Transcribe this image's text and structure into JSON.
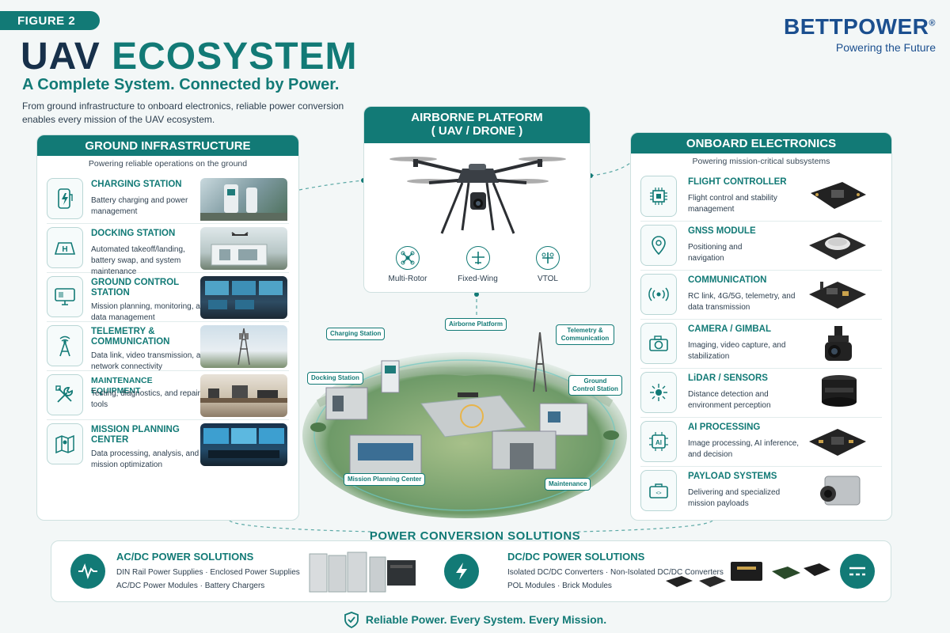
{
  "header": {
    "badge": "FIGURE 2",
    "title_part1": "UAV",
    "title_part2": "ECOSYSTEM",
    "subtitle": "A Complete System. Connected by Power.",
    "intro": "From ground infrastructure to onboard electronics, reliable power conversion enables every mission of the UAV ecosystem."
  },
  "brand": {
    "name": "BETTPOWER",
    "reg": "®",
    "tagline": "Powering the Future"
  },
  "ground": {
    "title": "GROUND INFRASTRUCTURE",
    "subtitle": "Powering reliable operations on the ground",
    "items": [
      {
        "title": "CHARGING STATION",
        "desc": "Battery charging and power management",
        "icon": "charging-icon"
      },
      {
        "title": "DOCKING STATION",
        "desc": "Automated takeoff/landing, battery swap, and system maintenance",
        "icon": "helipad-icon"
      },
      {
        "title": "GROUND CONTROL STATION",
        "desc": "Mission planning, monitoring, and data management",
        "icon": "monitor-icon"
      },
      {
        "title": "TELEMETRY & COMMUNICATION",
        "desc": "Data link, video transmission, and network connectivity",
        "icon": "antenna-tower-icon"
      },
      {
        "title": "MAINTENANCE EQUIPMENT",
        "desc": "Testing, diagnostics, and repair tools",
        "icon": "tools-icon"
      },
      {
        "title": "MISSION PLANNING CENTER",
        "desc": "Data processing, analysis, and mission optimization",
        "icon": "map-icon"
      }
    ]
  },
  "airborne": {
    "title_line1": "AIRBORNE PLATFORM",
    "title_line2": "( UAV / DRONE )",
    "types": [
      "Multi-Rotor",
      "Fixed-Wing",
      "VTOL"
    ]
  },
  "scene": {
    "labels": [
      "Charging Station",
      "Airborne Platform",
      "Telemetry & Communication",
      "Docking Station",
      "Ground Control Station",
      "Mission Planning Center",
      "Maintenance"
    ]
  },
  "onboard": {
    "title": "ONBOARD ELECTRONICS",
    "subtitle": "Powering mission-critical subsystems",
    "items": [
      {
        "title": "FLIGHT CONTROLLER",
        "desc": "Flight control and stability management",
        "icon": "chip-icon"
      },
      {
        "title": "GNSS MODULE",
        "desc": "Positioning and navigation",
        "icon": "location-pin-icon"
      },
      {
        "title": "COMMUNICATION",
        "desc": "RC link, 4G/5G, telemetry, and data transmission",
        "icon": "signal-icon"
      },
      {
        "title": "CAMERA / GIMBAL",
        "desc": "Imaging, video capture, and stabilization",
        "icon": "camera-icon"
      },
      {
        "title": "LiDAR / SENSORS",
        "desc": "Distance detection and environment perception",
        "icon": "sensor-icon"
      },
      {
        "title": "AI PROCESSING",
        "desc": "Image processing, AI inference, and decision",
        "icon": "ai-chip-icon"
      },
      {
        "title": "PAYLOAD SYSTEMS",
        "desc": "Delivering and specialized mission payloads",
        "icon": "payload-icon"
      }
    ]
  },
  "power": {
    "title": "POWER CONVERSION SOLUTIONS",
    "acdc": {
      "title": "AC/DC POWER SOLUTIONS",
      "line1": "DIN Rail Power Supplies  ·  Enclosed Power Supplies",
      "line2": "AC/DC Power Modules  ·  Battery Chargers"
    },
    "dcdc": {
      "title": "DC/DC POWER SOLUTIONS",
      "line1": "Isolated DC/DC Converters  ·  Non-Isolated DC/DC Converters",
      "line2": "POL Modules  ·  Brick Modules"
    }
  },
  "footer": "Reliable Power. Every System. Every Mission.",
  "colors": {
    "accent": "#127a76",
    "brand": "#1b4f8f",
    "dark": "#17304a"
  }
}
